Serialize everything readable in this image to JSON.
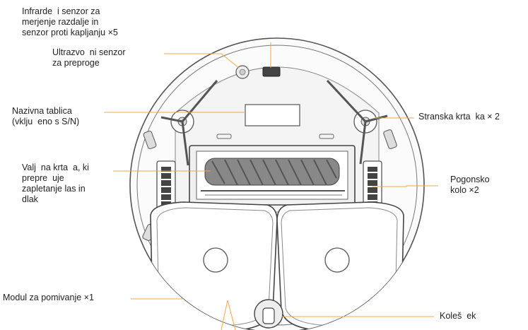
{
  "labels": {
    "infrared_sensor": "Infrarde  i senzor za\nmerjenje razdalje in\nsenzor proti kapljanju ×5",
    "ultrasonic_sensor": "Ultrazvo  ni senzor\nza preproge",
    "nameplate": "Nazivna tablica\n(vklju  eno s S/N)",
    "roller_brush": "Valj  na krta  a, ki\nprepre  uje\nzapletanje las in\ndlak",
    "side_brush": "Stranska krta  ka × 2",
    "drive_wheel": "Pogonsko\nkolo ×2",
    "mop_module": "Modul za pomivanje ×1",
    "caster_wheel": "Koleš  ek"
  },
  "colors": {
    "leader_line": "#f0a848",
    "outline": "#555555",
    "text": "#222222"
  }
}
